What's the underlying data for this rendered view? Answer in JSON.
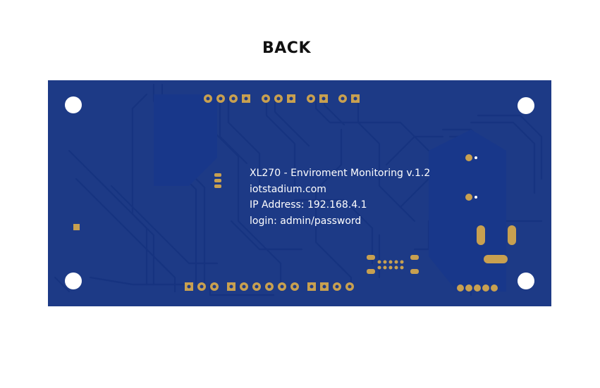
{
  "page": {
    "title": "BACK"
  },
  "board": {
    "color": "#1d3a86",
    "trace_color": "#142f78",
    "pad_color": "#c8a050",
    "silkscreen": [
      "XL270 - Enviroment Monitoring v.1.2",
      "iotstadium.com",
      "IP Address: 192.168.4.1",
      "login: admin/password"
    ]
  }
}
